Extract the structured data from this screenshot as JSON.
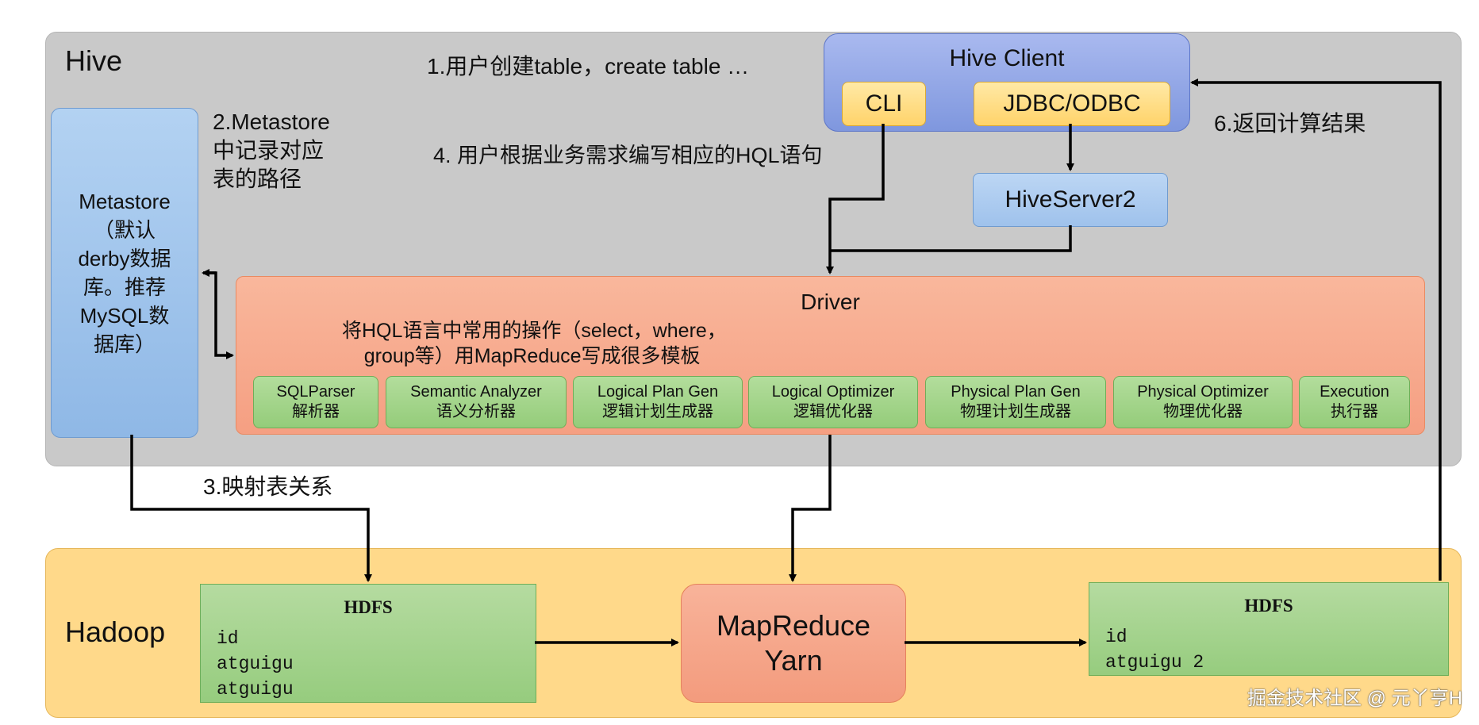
{
  "hive": {
    "title": "Hive"
  },
  "hadoop": {
    "title": "Hadoop"
  },
  "metastore": {
    "text": "Metastore\n（默认\nderby数据\n库。推荐\nMySQL数\n据库）"
  },
  "client": {
    "title": "Hive Client",
    "cli": "CLI",
    "jdbc": "JDBC/ODBC"
  },
  "hiveserver2": {
    "label": "HiveServer2"
  },
  "driver": {
    "title": "Driver",
    "desc_line1": "将HQL语言中常用的操作（select，where，",
    "desc_line2": "    group等）用MapReduce写成很多模板",
    "components": [
      {
        "en": "SQLParser",
        "zh": "解析器"
      },
      {
        "en": "Semantic Analyzer",
        "zh": "语义分析器"
      },
      {
        "en": "Logical Plan Gen",
        "zh": "逻辑计划生成器"
      },
      {
        "en": "Logical Optimizer",
        "zh": "逻辑优化器"
      },
      {
        "en": "Physical Plan Gen",
        "zh": "物理计划生成器"
      },
      {
        "en": "Physical Optimizer",
        "zh": "物理优化器"
      },
      {
        "en": "Execution",
        "zh": "执行器"
      }
    ]
  },
  "steps": {
    "s1": "1.用户创建table，create table …",
    "s2": "2.Metastore\n中记录对应\n表的路径",
    "s3": "3.映射表关系",
    "s4": "4. 用户根据业务需求编写相应的HQL语句",
    "s6": "6.返回计算结果"
  },
  "hdfs_input": {
    "title": "HDFS",
    "rows": "id\natguigu\natguigu"
  },
  "mapreduce": {
    "line1": "MapReduce",
    "line2": "Yarn"
  },
  "hdfs_output": {
    "title": "HDFS",
    "rows": "id\natguigu 2"
  },
  "watermark": "掘金技术社区 @ 元丫亨H"
}
